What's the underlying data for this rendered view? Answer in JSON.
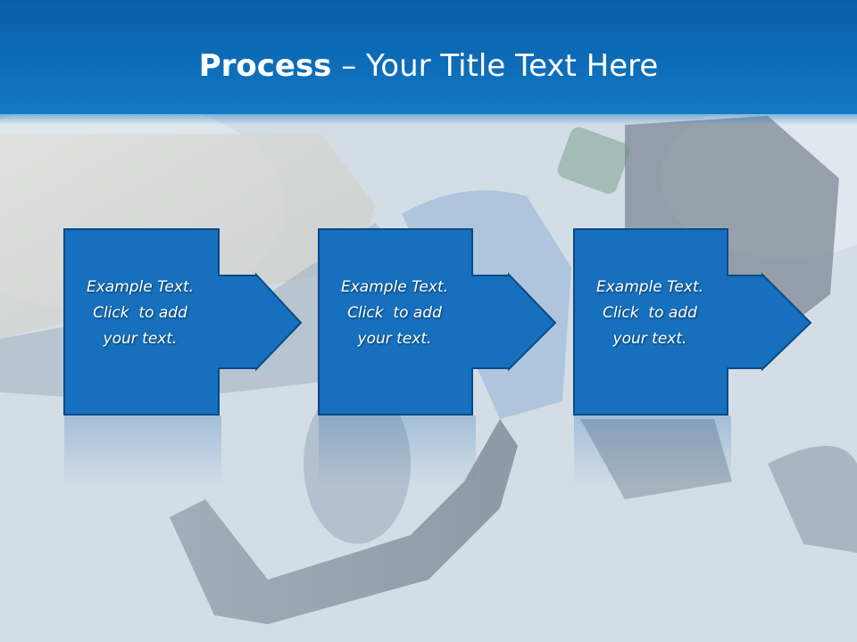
{
  "header": {
    "title_bold": "Process",
    "title_rest": " – Your Title Text Here"
  },
  "steps": [
    {
      "line1": "Example Text.",
      "line2": "Click  to add",
      "line3": "your text."
    },
    {
      "line1": "Example Text.",
      "line2": "Click  to add",
      "line3": "your text."
    },
    {
      "line1": "Example Text.",
      "line2": "Click  to add",
      "line3": "your text."
    }
  ],
  "colors": {
    "header_blue": "#0d6cb8",
    "box_blue": "#1670bd",
    "box_border": "#0a4a85"
  },
  "background_image": "fuel-pump-nozzle-photo"
}
